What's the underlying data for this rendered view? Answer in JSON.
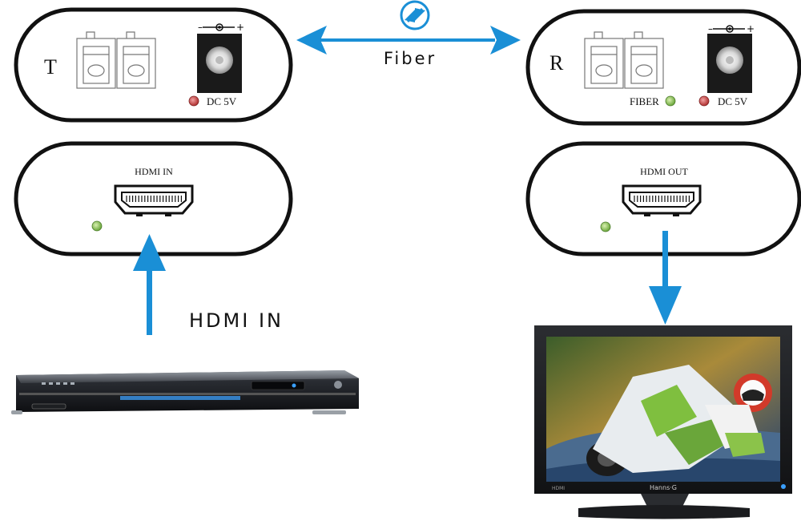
{
  "transmitter": {
    "letter": "T",
    "power_label": "DC  5V",
    "power_polarity_minus": "–",
    "power_polarity_plus": "+",
    "port_label": "HDMI IN"
  },
  "receiver": {
    "letter": "R",
    "fiber_led_label": "FIBER",
    "power_label": "DC  5V",
    "power_polarity_minus": "–",
    "power_polarity_plus": "+",
    "port_label": "HDMI OUT"
  },
  "link": {
    "label": "Fiber",
    "icon": "fiber-transfer-icon"
  },
  "input_arrow": {
    "label": "HDMI IN"
  },
  "devices": {
    "source": "dvd-player",
    "display": "monitor",
    "monitor_brand": "Hanns·G",
    "monitor_hdmi_badge": "HDMI"
  },
  "colors": {
    "arrow": "#1a8fd6",
    "led_red": "#c0392b",
    "led_green": "#7fbf3f"
  }
}
